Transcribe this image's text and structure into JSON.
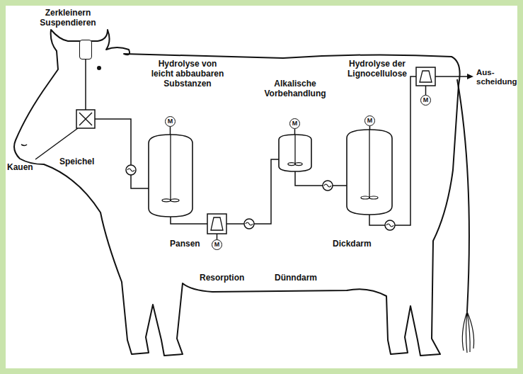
{
  "diagram": {
    "nodes": [
      {
        "text": [
          "Zerkleinern Suspendieren"
        ]
      },
      {
        "text": [
          "M"
        ]
      },
      {
        "text": [
          "Hydrolyse von leicht abbaubaren Substanzen"
        ]
      },
      {
        "text": [
          "M"
        ]
      },
      {
        "text": [
          "M"
        ]
      },
      {
        "text": [
          "Alkalische Vorbehandlung"
        ]
      },
      {
        "text": [
          "M"
        ]
      },
      {
        "text": [
          "Hydrolyse der Lignocellulose"
        ]
      },
      {
        "text": [
          "M"
        ]
      }
    ],
    "edges": [
      {
        "from": 0,
        "to": 2,
        "arrow": "none"
      },
      {
        "from": 2,
        "to": 5,
        "arrow": "none"
      },
      {
        "from": 5,
        "to": 7,
        "arrow": "none"
      },
      {
        "from": 1,
        "to": 2,
        "arrow": "none"
      },
      {
        "from": 4,
        "to": 5,
        "arrow": "none"
      },
      {
        "from": 6,
        "to": 7,
        "arrow": "none"
      }
    ],
    "labels": [
      "Kauen",
      "Speichel",
      "Pansen",
      "Resorption",
      "Dünndarm",
      "Dickdarm",
      "Aus- scheidung"
    ]
  }
}
